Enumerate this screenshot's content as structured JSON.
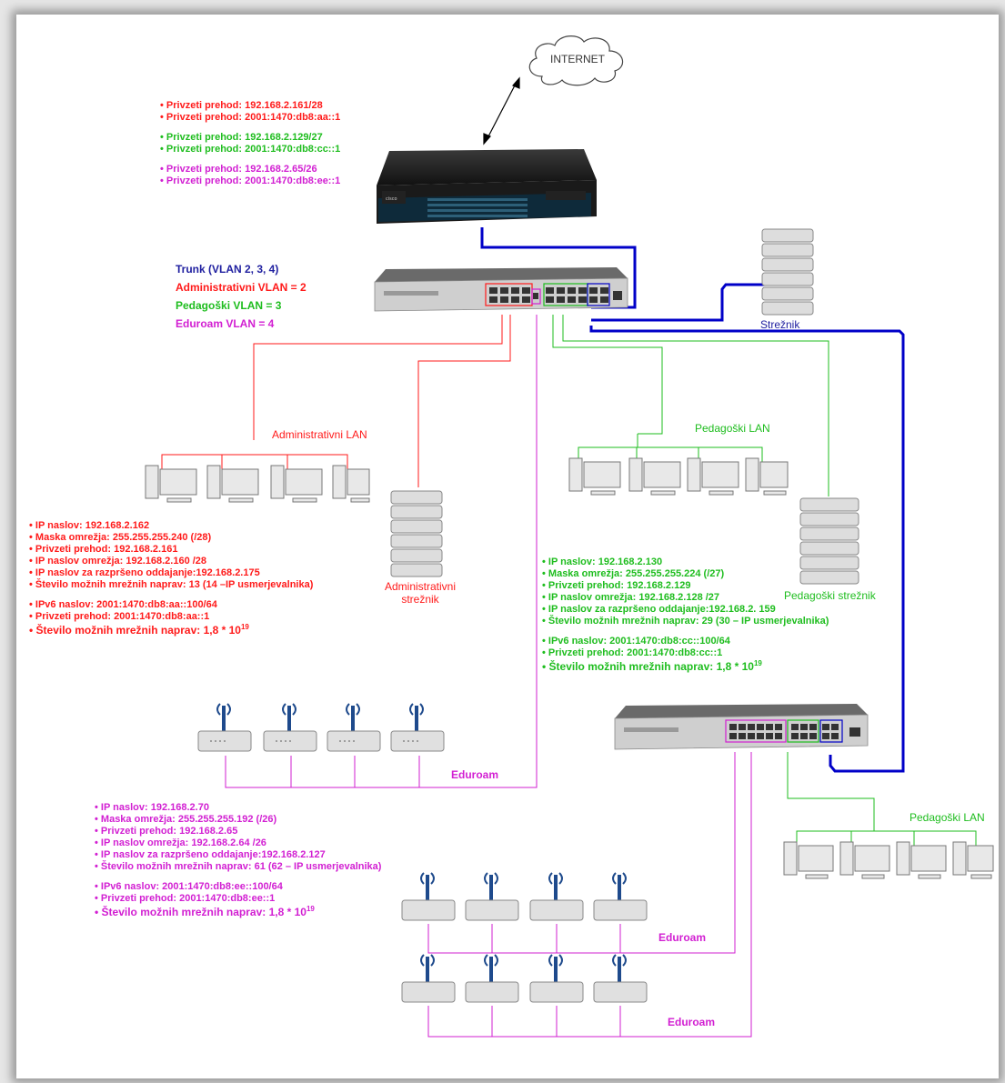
{
  "internet": {
    "label": "INTERNET"
  },
  "router": {
    "gateways": [
      {
        "text": "• Privzeti prehod: 192.168.2.161/28",
        "color": "red"
      },
      {
        "text": "• Privzeti prehod: 2001:1470:db8:aa::1",
        "color": "red"
      },
      {
        "text": "• Privzeti prehod: 192.168.2.129/27",
        "color": "green"
      },
      {
        "text": "• Privzeti prehod: 2001:1470:db8:cc::1",
        "color": "green"
      },
      {
        "text": "• Privzeti prehod: 192.168.2.65/26",
        "color": "magenta"
      },
      {
        "text": "• Privzeti prehod: 2001:1470:db8:ee::1",
        "color": "magenta"
      }
    ]
  },
  "vlans": {
    "trunk": "Trunk (VLAN 2, 3, 4)",
    "admin": "Administrativni VLAN = 2",
    "ped": "Pedagoški VLAN = 3",
    "edu": "Eduroam VLAN = 4"
  },
  "servers": {
    "main": "Strežnik",
    "admin_line1": "Administrativni",
    "admin_line2": "strežnik",
    "ped": "Pedagoški strežnik"
  },
  "lans": {
    "admin": "Administrativni LAN",
    "ped1": "Pedagoški LAN",
    "ped2": "Pedagoški LAN",
    "edu1": "Eduroam",
    "edu2": "Eduroam",
    "edu3": "Eduroam"
  },
  "admin_info": {
    "lines": [
      "• IP naslov: 192.168.2.162",
      "• Maska omrežja: 255.255.255.240 (/28)",
      "• Privzeti prehod: 192.168.2.161",
      "• IP naslov omrežja: 192.168.2.160 /28",
      "• IP naslov za razpršeno oddajanje:192.168.2.175",
      "• Število možnih mrežnih naprav: 13 (14 –IP usmerjevalnika)"
    ],
    "v6_lines": [
      "• IPv6 naslov: 2001:1470:db8:aa::100/64",
      "• Privzeti prehod: 2001:1470:db8:aa::1"
    ],
    "count": "• Število možnih mrežnih naprav: 1,8 * 10",
    "exp": "19"
  },
  "ped_info": {
    "lines": [
      "• IP naslov: 192.168.2.130",
      "• Maska omrežja: 255.255.255.224 (/27)",
      "• Privzeti prehod: 192.168.2.129",
      "• IP naslov omrežja: 192.168.2.128 /27",
      "• IP naslov za razpršeno oddajanje:192.168.2. 159",
      "• Število možnih mrežnih naprav: 29 (30 – IP usmerjevalnika)"
    ],
    "v6_lines": [
      "• IPv6 naslov: 2001:1470:db8:cc::100/64",
      "• Privzeti prehod: 2001:1470:db8:cc::1"
    ],
    "count": "• Število možnih mrežnih naprav: 1,8 * 10",
    "exp": "19"
  },
  "edu_info": {
    "lines": [
      "• IP naslov: 192.168.2.70",
      "• Maska omrežja: 255.255.255.192 (/26)",
      "• Privzeti prehod: 192.168.2.65",
      "• IP naslov omrežja: 192.168.2.64 /26",
      "• IP naslov za razpršeno oddajanje:192.168.2.127",
      "• Število možnih mrežnih naprav: 61 (62 – IP usmerjevalnika)"
    ],
    "v6_lines": [
      "• IPv6 naslov: 2001:1470:db8:ee::100/64",
      "• Privzeti prehod: 2001:1470:db8:ee::1"
    ],
    "count": "• Število možnih mrežnih naprav: 1,8 * 10",
    "exp": "19"
  },
  "colors": {
    "red": "#ff1a1a",
    "green": "#1ebd1e",
    "magenta": "#d21fd2",
    "blue": "#0000c8"
  }
}
